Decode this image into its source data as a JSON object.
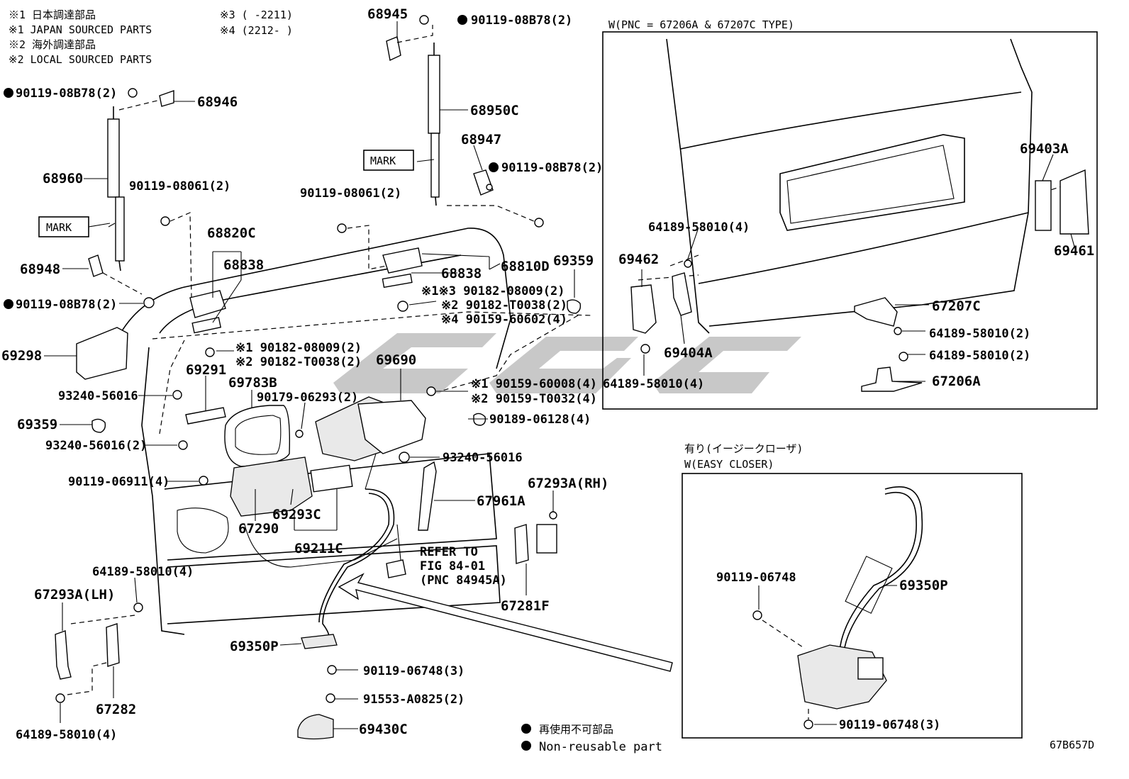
{
  "legend": {
    "note1_jp": "※1 日本調達部品",
    "note1_en": "※1 JAPAN SOURCED PARTS",
    "note2_jp": "※2 海外調達部品",
    "note2_en": "※2 LOCAL SOURCED PARTS",
    "note3": "※3 (      -2211)",
    "note4": "※4 (2212-      )"
  },
  "inset_top": {
    "title": "W(PNC = 67206A & 67207C TYPE)"
  },
  "inset_bottom": {
    "title_jp": "有り(イージークローザ)",
    "title_en": "W(EASY CLOSER)"
  },
  "footer": {
    "nonreusable_jp": "再使用不可部品",
    "nonreusable_en": "Non-reusable part",
    "diagram_id": "67B657D"
  },
  "refer": {
    "line1": "REFER TO",
    "line2": "FIG 84-01",
    "line3": "(PNC 84945A)"
  },
  "labels": {
    "p68945": "68945",
    "p90119_08B78_top": "90119-08B78(2)",
    "p90119_08B78_left": "90119-08B78(2)",
    "p68946": "68946",
    "p68950C": "68950C",
    "p68947": "68947",
    "p90119_08B78_mid": "90119-08B78(2)",
    "mark_right": "MARK",
    "p68960": "68960",
    "p90119_08061_left": "90119-08061(2)",
    "p90119_08061_mid": "90119-08061(2)",
    "mark_left": "MARK",
    "p68820C": "68820C",
    "p68838_left": "68838",
    "p68948": "68948",
    "p68838_mid": "68838",
    "p68810D": "68810D",
    "p69359_right": "69359",
    "p90182_08009_a": "※1※3 90182-08009(2)",
    "p90182_T0038_a": "※2 90182-T0038(2)",
    "p90159_60602": "※4 90159-60602(4)",
    "p90119_08B78_low": "90119-08B78(2)",
    "p69298": "69298",
    "p90182_08009_b": "※1 90182-08009(2)",
    "p90182_T0038_b": "※2 90182-T0038(2)",
    "p69291": "69291",
    "p69690": "69690",
    "p69783B": "69783B",
    "p90179_06293": "90179-06293(2)",
    "p90159_60008": "※1 90159-60008(4)",
    "p90159_T0032": "※2 90159-T0032(4)",
    "p93240_56016_a": "93240-56016",
    "p69359_left": "69359",
    "p90189_06128": "90189-06128(4)",
    "p93240_56016_b": "93240-56016(2)",
    "p93240_56016_c": "93240-56016",
    "p90119_06911": "90119-06911(4)",
    "p67961A": "67961A",
    "p67293A_RH": "67293A(RH)",
    "p69293C": "69293C",
    "p67290": "67290",
    "p69211C": "69211C",
    "p64189_58010_a": "64189-58010(4)",
    "p67293A_LH": "67293A(LH)",
    "p67281F": "67281F",
    "p69350P_main": "69350P",
    "p90119_06748_main": "90119-06748(3)",
    "p67282": "67282",
    "p91553_A0825": "91553-A0825(2)",
    "p64189_58010_b": "64189-58010(4)",
    "p69430C": "69430C",
    "p69403A": "69403A",
    "p64189_58010_c": "64189-58010(4)",
    "p69462": "69462",
    "p69461": "69461",
    "p67207C": "67207C",
    "p64189_58010_d": "64189-58010(2)",
    "p69404A": "69404A",
    "p64189_58010_e": "64189-58010(2)",
    "p64189_58010_f": "64189-58010(4)",
    "p67206A": "67206A",
    "p90119_06748_inset": "90119-06748",
    "p69350P_inset": "69350P",
    "p90119_06748_inset_b": "90119-06748(3)"
  },
  "colors": {
    "line": "#000000",
    "watermark": "#9a9a9a",
    "background": "#ffffff"
  }
}
